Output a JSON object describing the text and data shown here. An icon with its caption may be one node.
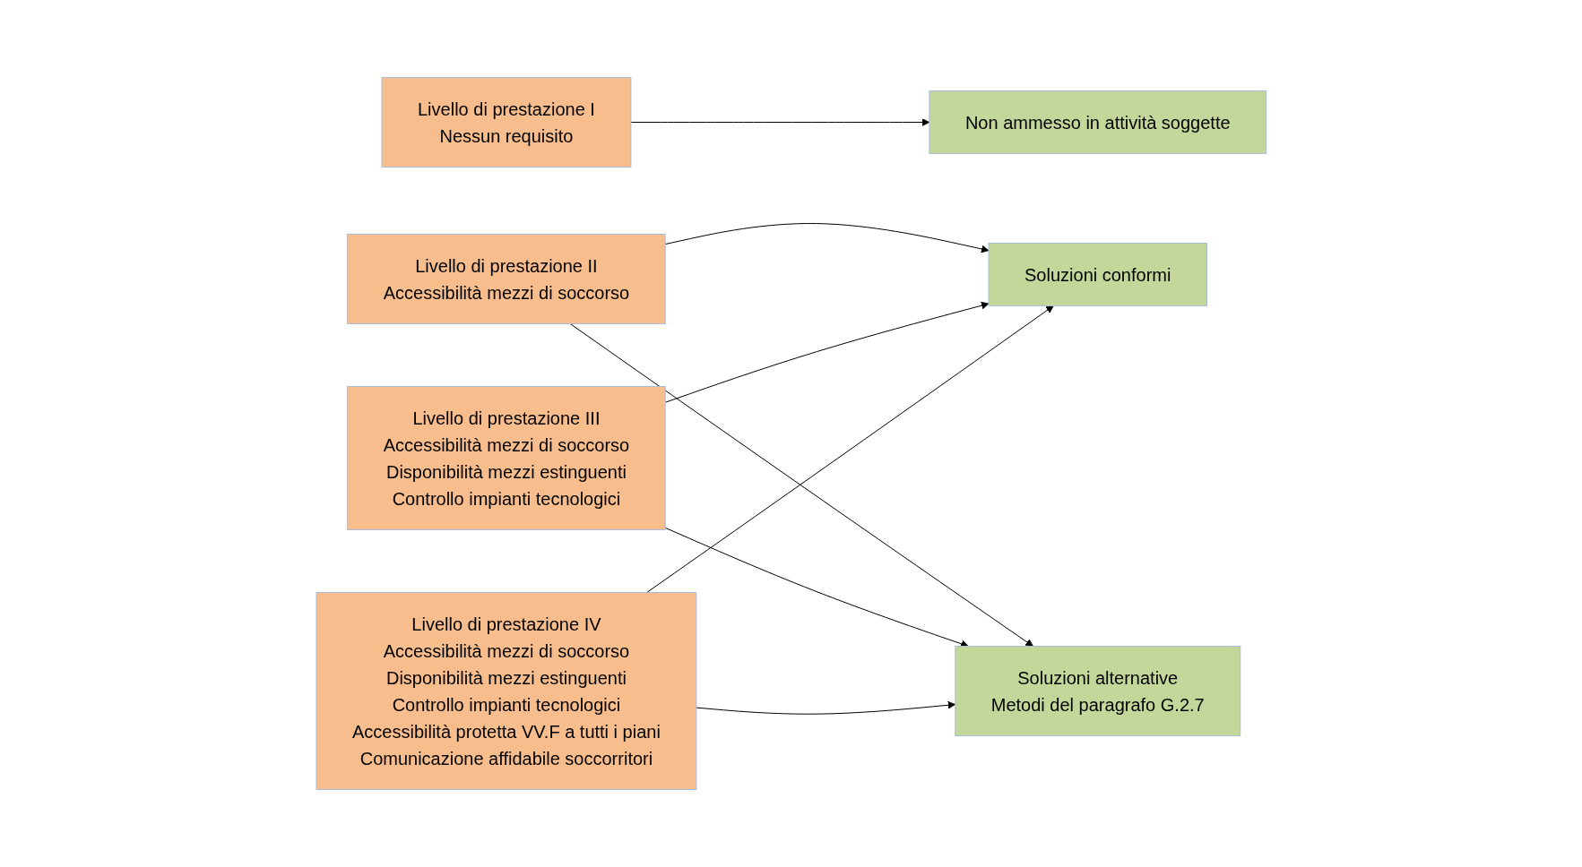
{
  "diagram": {
    "nodes": [
      {
        "text": [
          "Livello di prestazione I",
          "Nessun requisito"
        ]
      },
      {
        "text": [
          "Non ammesso in attività soggette"
        ]
      },
      {
        "text": [
          "Livello di prestazione II",
          "Accessibilità mezzi di soccorso"
        ]
      },
      {
        "text": [
          "Livello di prestazione III",
          "Accessibilità mezzi di soccorso",
          "Disponibilità mezzi estinguenti",
          "Controllo impianti tecnologici"
        ]
      },
      {
        "text": [
          "Livello di prestazione IV",
          "Accessibilità mezzi di soccorso",
          "Disponibilità mezzi estinguenti",
          "Controllo impianti tecnologici",
          "Accessibilità protetta VV.F a tutti i piani",
          "Comunicazione affidabile soccorritori"
        ]
      },
      {
        "text": [
          "Soluzioni conformi"
        ]
      },
      {
        "text": [
          "Soluzioni alternative",
          "Metodi del paragrafo G.2.7"
        ]
      }
    ],
    "edges": [
      {
        "from": 0,
        "to": 1,
        "arrow": "to"
      },
      {
        "from": 2,
        "to": 5,
        "arrow": "to"
      },
      {
        "from": 3,
        "to": 5,
        "arrow": "to"
      },
      {
        "from": 4,
        "to": 5,
        "arrow": "to"
      },
      {
        "from": 2,
        "to": 6,
        "arrow": "to"
      },
      {
        "from": 3,
        "to": 6,
        "arrow": "to"
      },
      {
        "from": 4,
        "to": 6,
        "arrow": "to"
      }
    ]
  }
}
